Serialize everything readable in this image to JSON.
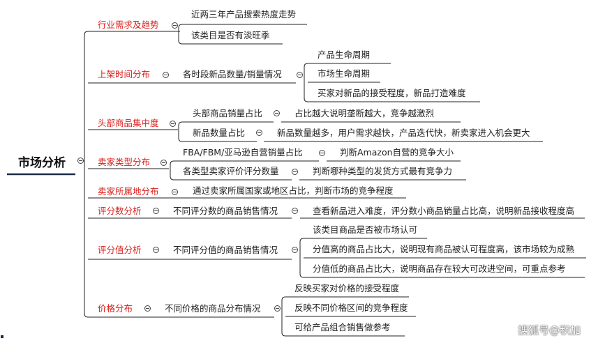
{
  "root": "市场分析",
  "sections": [
    {
      "category": "行业需求及趋势",
      "items": [
        "近两三年产品搜索热度走势",
        "该类目是否有淡旺季"
      ]
    },
    {
      "category": "上架时间分布",
      "middle": "各时段新品数量/销量情况",
      "items": [
        "产品生命周期",
        "市场生命周期",
        "买家对新品的接受程度，新品打造难度"
      ]
    },
    {
      "category": "头部商品集中度",
      "pairs": [
        {
          "middle": "头部商品销量占比",
          "detail": "占比越大说明垄断越大，竞争越激烈"
        },
        {
          "middle": "新品数量占比",
          "detail": "新品数量越多，用户需求越快，产品迭代快，新卖家进入机会更大"
        }
      ]
    },
    {
      "category": "卖家类型分布",
      "pairs": [
        {
          "middle": "FBA/FBM/亚马逊自营销量占比",
          "detail": "判断Amazon自营的竞争大小"
        },
        {
          "middle": "各类型卖家评价评分数量",
          "detail": "判断哪种类型的发货方式最有竞争力"
        }
      ]
    },
    {
      "category": "卖家所属地分布",
      "items": [
        "通过卖家所属国家或地区占比，判断市场的竞争程度"
      ]
    },
    {
      "category": "评分数分析",
      "middle": "不同评分数的商品销售情况",
      "items": [
        "查看新品进入难度，评分数小商品销量占比高，说明新品接收程度高"
      ]
    },
    {
      "category": "评分值分析",
      "middle": "不同评分值的商品销售情况",
      "items": [
        "该类目商品是否被市场认可",
        "分值高的商品占比大，说明现有商品被认可程度高，该市场较为成熟",
        "分值低的商品占比大，说明商品存在较大可改进空间，可重点参考"
      ]
    },
    {
      "category": "价格分布",
      "middle": "不同价格的商品分布情况",
      "items": [
        "反映买家对价格的接受程度",
        "反映不同价格区间的竞争程度",
        "可给产品组合销售做参考"
      ]
    }
  ],
  "watermark": "搜狐号@积加",
  "colors": {
    "category": "#d8201c",
    "line": "#222222",
    "root_underline": "#1c2a44"
  }
}
